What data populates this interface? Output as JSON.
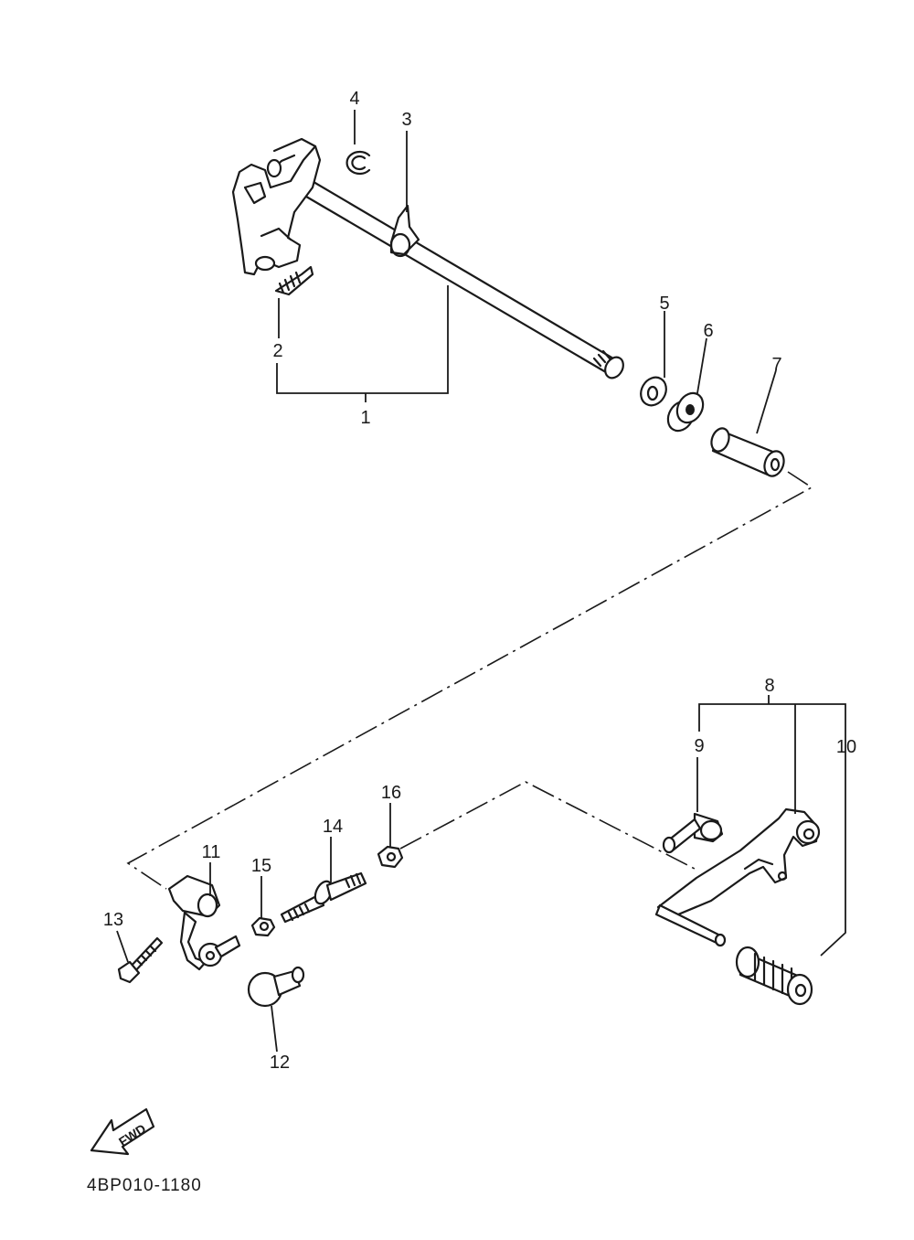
{
  "callouts": {
    "c1": "1",
    "c2": "2",
    "c3": "3",
    "c4": "4",
    "c5": "5",
    "c6": "6",
    "c7": "7",
    "c8": "8",
    "c9": "9",
    "c10": "10",
    "c11": "11",
    "c12": "12",
    "c13": "13",
    "c14": "14",
    "c15": "15",
    "c16": "16"
  },
  "direction_label": "FWD",
  "diagram_code": "4BP010-1180"
}
